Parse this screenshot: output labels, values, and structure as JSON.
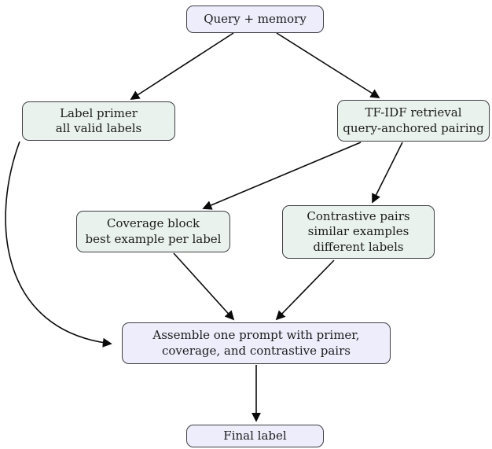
{
  "diagram": {
    "colors": {
      "purple_fill": "#EDEDFB",
      "green_fill": "#E9F2EC",
      "border": "#3F3F46",
      "arrow": "#0A0A0A",
      "text": "#1C1C1C",
      "background": "#FFFFFF"
    },
    "nodes": {
      "query_memory": {
        "label": "Query + memory"
      },
      "label_primer": {
        "label": "Label primer\nall valid labels"
      },
      "tfidf_retrieval": {
        "label": "TF-IDF retrieval\nquery-anchored pairing"
      },
      "coverage_block": {
        "label": "Coverage block\nbest example per label"
      },
      "contrastive_pairs": {
        "label": "Contrastive pairs\nsimilar examples\ndifferent labels"
      },
      "assemble_prompt": {
        "label": "Assemble one prompt with primer,\ncoverage, and contrastive pairs"
      },
      "final_label": {
        "label": "Final label"
      }
    },
    "edges": [
      {
        "from": "query_memory",
        "to": "label_primer",
        "style": "straight"
      },
      {
        "from": "query_memory",
        "to": "tfidf_retrieval",
        "style": "straight"
      },
      {
        "from": "tfidf_retrieval",
        "to": "coverage_block",
        "style": "straight"
      },
      {
        "from": "tfidf_retrieval",
        "to": "contrastive_pairs",
        "style": "straight"
      },
      {
        "from": "coverage_block",
        "to": "assemble_prompt",
        "style": "straight"
      },
      {
        "from": "contrastive_pairs",
        "to": "assemble_prompt",
        "style": "straight"
      },
      {
        "from": "label_primer",
        "to": "assemble_prompt",
        "style": "curved"
      },
      {
        "from": "assemble_prompt",
        "to": "final_label",
        "style": "straight"
      }
    ]
  }
}
